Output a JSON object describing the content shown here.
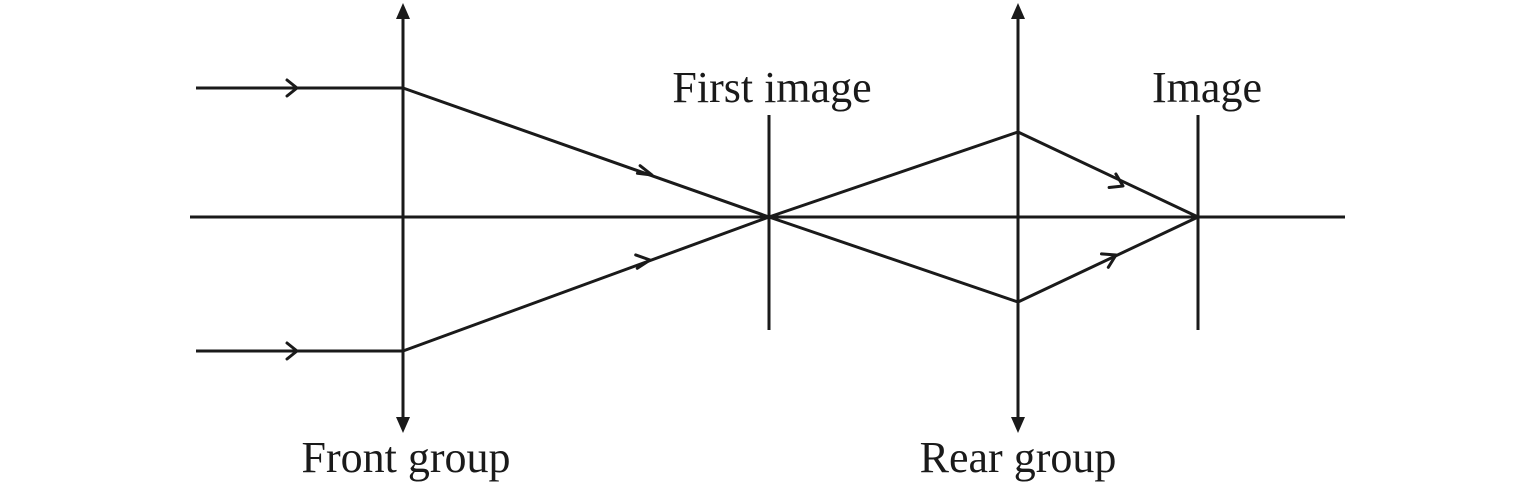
{
  "labels": {
    "front_group": "Front group",
    "rear_group": "Rear group",
    "first_image": "First image",
    "image": "Image"
  },
  "colors": {
    "ink": "#1a1a1a",
    "background": "#ffffff"
  }
}
